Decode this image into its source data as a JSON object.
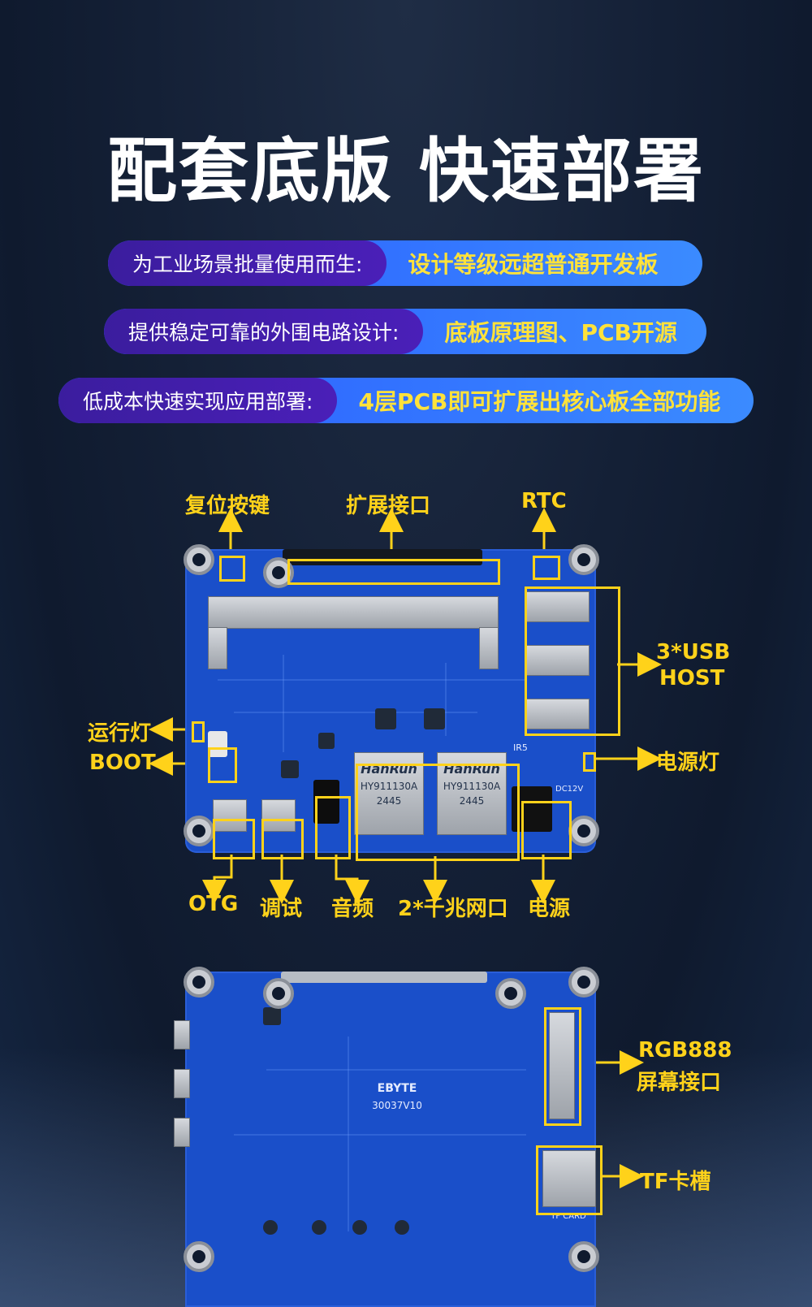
{
  "title": "配套底版 快速部署",
  "features": [
    {
      "label": "为工业场景批量使用而生:",
      "value": "设计等级远超普通开发板"
    },
    {
      "label": "提供稳定可靠的外围电路设计:",
      "value": "底板原理图、PCB开源"
    },
    {
      "label": "低成本快速实现应用部署:",
      "value": "4层PCB即可扩展出核心板全部功能"
    }
  ],
  "top_board": {
    "annotations": {
      "reset": "复位按键",
      "expansion": "扩展接口",
      "rtc": "RTC",
      "usb_host_1": "3*USB",
      "usb_host_2": "HOST",
      "run_led": "运行灯",
      "boot": "BOOT",
      "power_led": "电源灯",
      "otg": "OTG",
      "debug": "调试",
      "audio": "音频",
      "ethernet": "2*千兆网口",
      "power": "电源"
    },
    "silkscreen": {
      "eth_brand": "HanRun",
      "eth_model": "HY911130A",
      "eth_code": "2445",
      "mark_dc": "DC12V",
      "mark_ir5": "IR5"
    }
  },
  "bottom_board": {
    "annotations": {
      "rgb_1": "RGB888",
      "rgb_2": "屏幕接口",
      "tf": "TF卡槽"
    },
    "silkscreen": {
      "brand": "EBYTE",
      "model": "30037V10",
      "tf_card": "TF CARD"
    }
  },
  "colors": {
    "accent_yellow": "#ffd21a",
    "pcb_blue": "#1a4fc9",
    "pill_purple": "#4a1fb8",
    "pill_blue": "#3b8bff"
  }
}
